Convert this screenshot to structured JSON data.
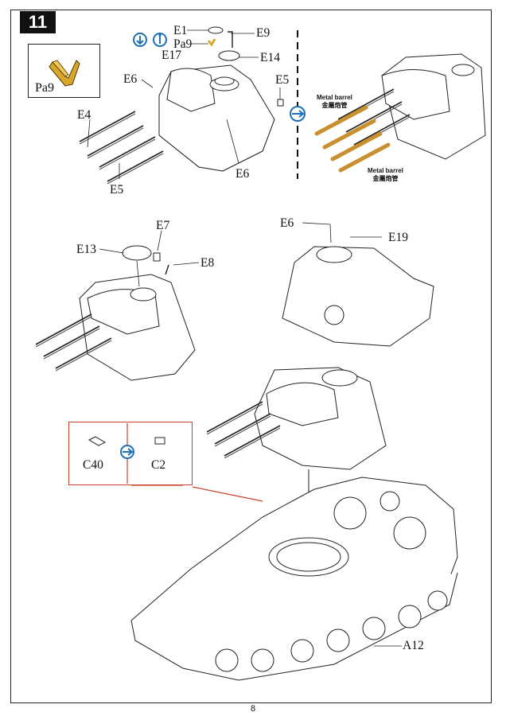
{
  "step_number": "11",
  "page_number": "8",
  "inset": {
    "part_label": "Pa9"
  },
  "labels": {
    "e1": "E1",
    "pa9": "Pa9",
    "e9": "E9",
    "e17": "E17",
    "e14": "E14",
    "e6_top": "E6",
    "e5_top": "E5",
    "e4": "E4",
    "e5_bottom": "E5",
    "e6_bottom": "E6",
    "e6_right": "E6",
    "e19": "E19",
    "e13": "E13",
    "e7": "E7",
    "e8": "E8",
    "c40": "C40",
    "c2": "C2",
    "a12": "A12"
  },
  "metal_barrel_top": {
    "en": "Metal barrel",
    "cn": "金屬炮管"
  },
  "metal_barrel_bottom": {
    "en": "Metal barrel",
    "cn": "金屬炮管"
  },
  "colors": {
    "accent_blue": "#1f6fb8",
    "callout_red": "#c9422b",
    "brass": "#c8902e",
    "yellow_part": "#d9a82a"
  }
}
